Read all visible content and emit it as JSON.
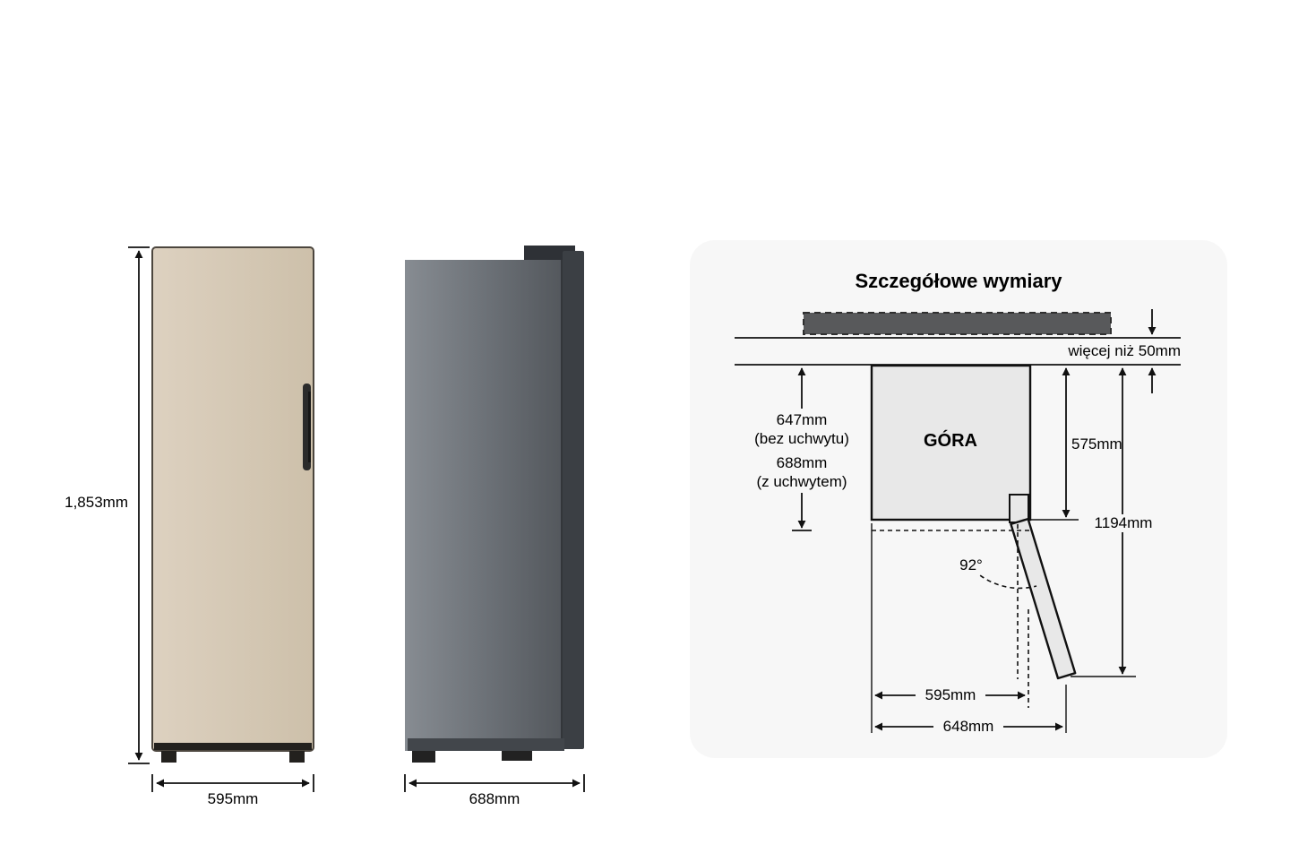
{
  "front_view": {
    "height": "1,853mm",
    "width": "595mm"
  },
  "side_view": {
    "depth": "688mm"
  },
  "panel": {
    "title": "Szczegółowe wymiary",
    "clearance": "więcej niż 50mm",
    "top_view_label": "GÓRA",
    "depth_no_handle": "647mm",
    "depth_no_handle_note": "(bez uchwytu)",
    "depth_with_handle": "688mm",
    "depth_with_handle_note": "(z uchwytem)",
    "cabinet_depth": "575mm",
    "door_open_depth": "1194mm",
    "door_angle": "92°",
    "cabinet_width": "595mm",
    "width_with_hinge": "648mm"
  },
  "colors": {
    "fridge_front": "#d6c9b6",
    "fridge_side": "#5c6166",
    "panel_bg": "#f7f7f7",
    "line": "#111111"
  }
}
